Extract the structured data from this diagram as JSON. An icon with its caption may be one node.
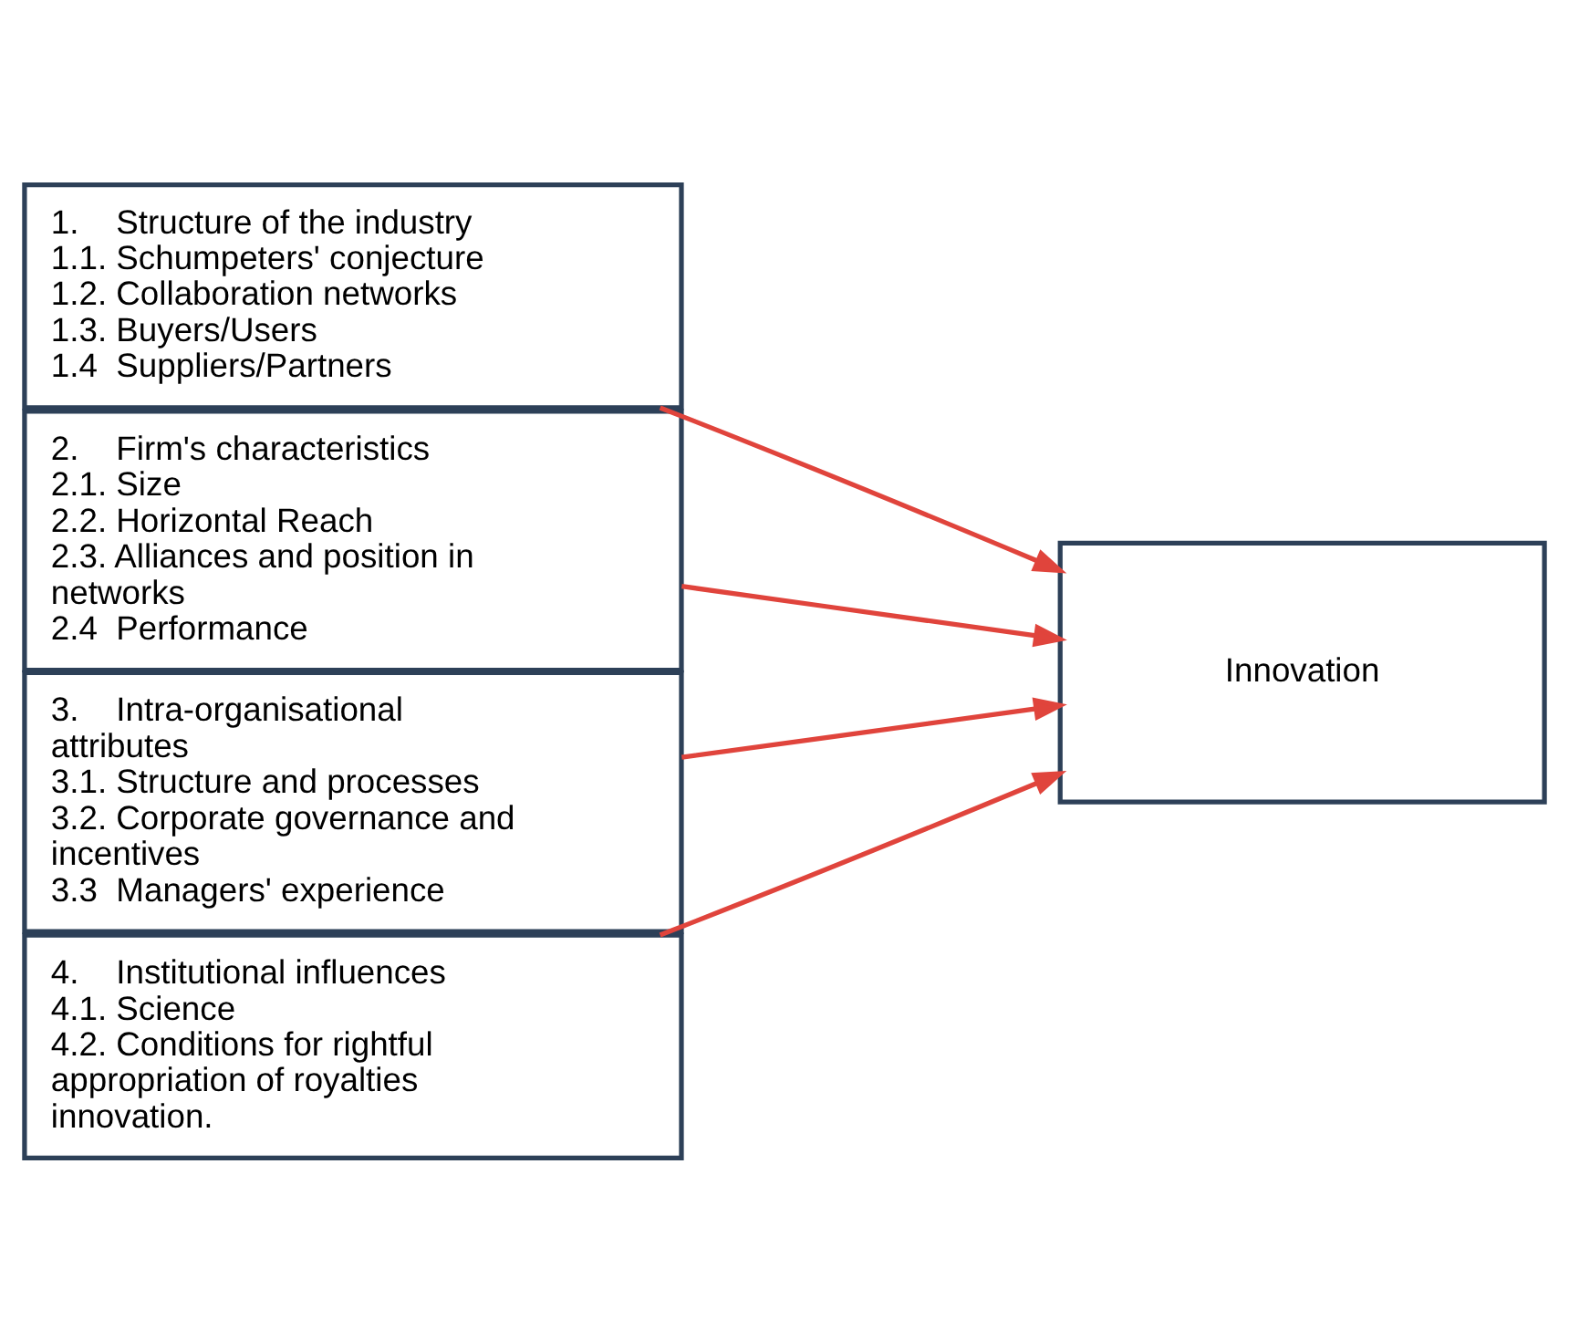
{
  "diagram": {
    "nodes": [
      {
        "text": [
          "1.    Structure of the industry",
          "1.1. Schumpeters' conjecture",
          "1.2. Collaboration networks",
          "1.3. Buyers/Users",
          "1.4  Suppliers/Partners"
        ]
      },
      {
        "text": [
          "2.    Firm's characteristics",
          "2.1. Size",
          "2.2. Horizontal Reach",
          "2.3. Alliances and position in networks",
          "2.4  Performance"
        ]
      },
      {
        "text": [
          "3.    Intra-organisational attributes",
          "3.1. Structure and processes",
          "3.2. Corporate governance and incentives",
          "3.3  Managers' experience"
        ]
      },
      {
        "text": [
          "4.    Institutional influences",
          "4.1. Science",
          "4.2. Conditions for rightful appropriation of royalties innovation."
        ]
      },
      {
        "text": [
          "Innovation"
        ]
      }
    ],
    "edges": [
      {
        "from": 0,
        "to": 4,
        "arrow": "to",
        "color": "#e0443c"
      },
      {
        "from": 1,
        "to": 4,
        "arrow": "to",
        "color": "#e0443c"
      },
      {
        "from": 2,
        "to": 4,
        "arrow": "to",
        "color": "#e0443c"
      },
      {
        "from": 3,
        "to": 4,
        "arrow": "to",
        "color": "#e0443c"
      }
    ]
  }
}
